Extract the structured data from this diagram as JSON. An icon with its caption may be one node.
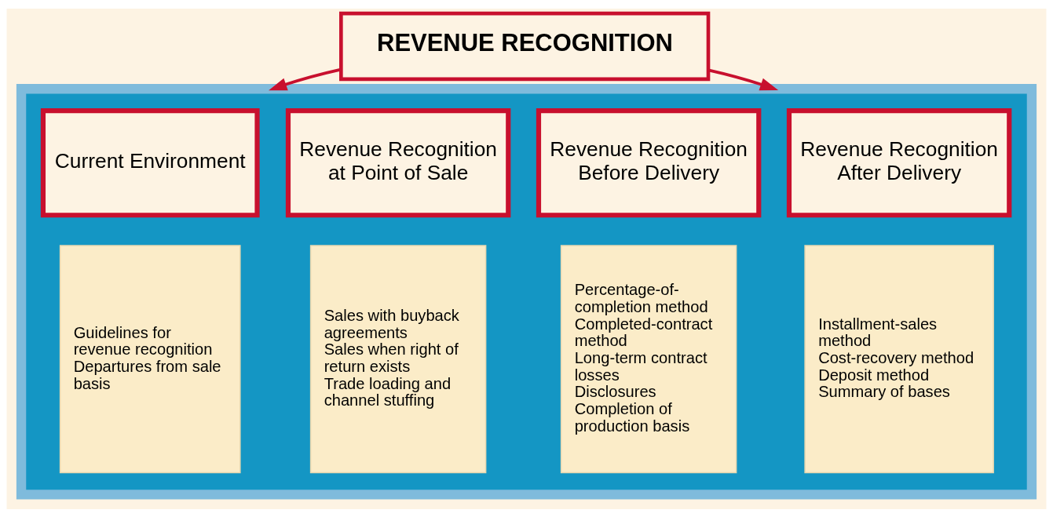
{
  "diagram": {
    "nodes": [
      {
        "text": [
          "REVENUE RECOGNITION"
        ]
      },
      {
        "text": [],
        "shape": "box"
      },
      {
        "text": [
          "Current Environment"
        ],
        "in": 1
      },
      {
        "text": [
          "Guidelines for revenue recognition",
          "Departures from sale basis"
        ],
        "in": 1
      },
      {
        "text": [
          "Revenue Recognition at Point of Sale"
        ],
        "in": 1
      },
      {
        "text": [
          "Sales with buyback agreements",
          "Sales when right of return exists",
          "Trade loading and channel stuffing"
        ],
        "in": 1
      },
      {
        "text": [
          "Revenue Recognition Before Delivery"
        ],
        "in": 1
      },
      {
        "text": [
          "Percentage-of-completion method",
          "Completed-contract method",
          "Long-term contract losses",
          "Disclosures",
          "Completion of production basis"
        ],
        "in": 1
      },
      {
        "text": [
          "Revenue Recognition After Delivery"
        ],
        "in": 1
      },
      {
        "text": [
          "Installment-sales method",
          "Cost-recovery method",
          "Deposit method",
          "Summary of bases"
        ],
        "in": 1
      }
    ],
    "edges": [
      {
        "from": 0,
        "to": 1,
        "arrow": "to"
      },
      {
        "from": 0,
        "to": 1,
        "arrow": "to"
      }
    ]
  }
}
